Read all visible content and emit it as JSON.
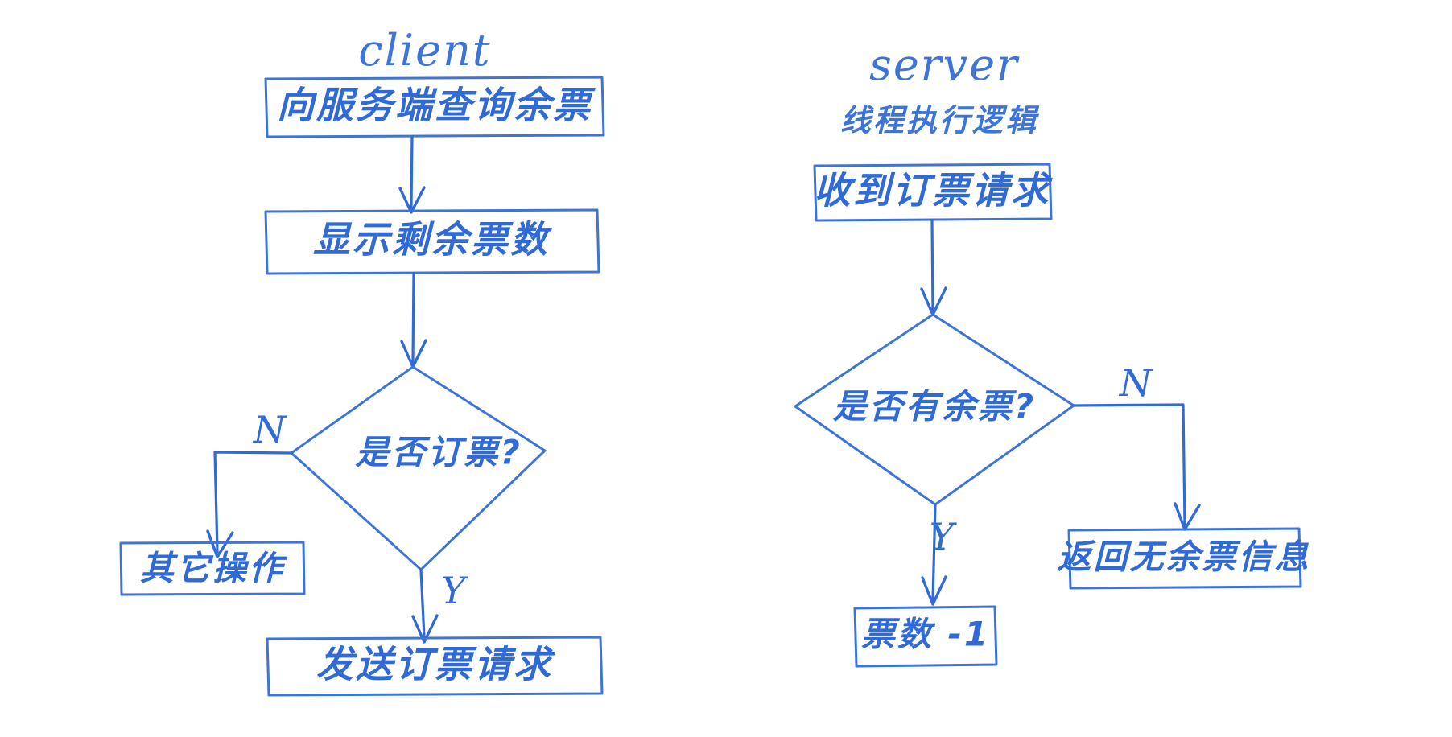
{
  "diagram": {
    "type": "flowchart",
    "title_visible": false,
    "background_color": "#ffffff",
    "ink_color": "#2f6ad6",
    "style": "hand-drawn whiteboard sketch",
    "lanes": [
      {
        "id": "client",
        "title": "client",
        "subtitle": ""
      },
      {
        "id": "server",
        "title": "server",
        "subtitle": "线程执行逻辑"
      }
    ],
    "nodes": [
      {
        "id": "c1",
        "lane": "client",
        "shape": "rect",
        "label": "向服务端查询余票"
      },
      {
        "id": "c2",
        "lane": "client",
        "shape": "rect",
        "label": "显示剩余票数"
      },
      {
        "id": "c3",
        "lane": "client",
        "shape": "diamond",
        "label": "是否订票?"
      },
      {
        "id": "c4",
        "lane": "client",
        "shape": "rect",
        "label": "其它操作"
      },
      {
        "id": "c5",
        "lane": "client",
        "shape": "rect",
        "label": "发送订票请求"
      },
      {
        "id": "s1",
        "lane": "server",
        "shape": "rect",
        "label": "收到订票请求"
      },
      {
        "id": "s2",
        "lane": "server",
        "shape": "diamond",
        "label": "是否有余票?"
      },
      {
        "id": "s3",
        "lane": "server",
        "shape": "rect",
        "label": "票数 -1"
      },
      {
        "id": "s4",
        "lane": "server",
        "shape": "rect",
        "label": "返回无余票信息"
      }
    ],
    "edges": [
      {
        "id": "e1",
        "from": "c1",
        "to": "c2",
        "label": ""
      },
      {
        "id": "e2",
        "from": "c2",
        "to": "c3",
        "label": ""
      },
      {
        "id": "e3",
        "from": "c3",
        "to": "c4",
        "label": "N"
      },
      {
        "id": "e4",
        "from": "c3",
        "to": "c5",
        "label": "Y"
      },
      {
        "id": "e5",
        "from": "s1",
        "to": "s2",
        "label": ""
      },
      {
        "id": "e6",
        "from": "s2",
        "to": "s3",
        "label": "Y"
      },
      {
        "id": "e7",
        "from": "s2",
        "to": "s4",
        "label": "N"
      }
    ],
    "branch_labels": {
      "client_no": "N",
      "client_yes": "Y",
      "server_no": "N",
      "server_yes": "Y"
    }
  }
}
